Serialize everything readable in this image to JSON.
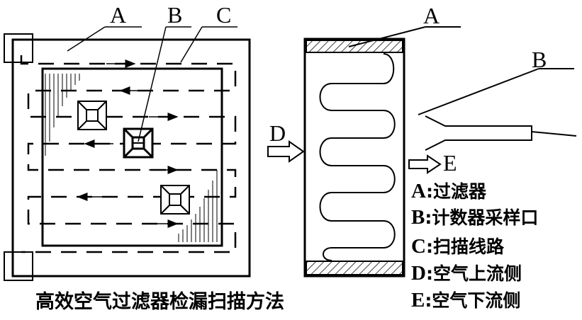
{
  "labels": {
    "left_a": "A",
    "left_b": "B",
    "left_c": "C",
    "right_a": "A",
    "right_b": "B",
    "d": "D",
    "e": "E"
  },
  "legend": [
    {
      "key": "A",
      "sep": ":",
      "text": "过滤器"
    },
    {
      "key": "B",
      "sep": ":",
      "text": "计数器采样口"
    },
    {
      "key": "C",
      "sep": ":",
      "text": "扫描线路"
    },
    {
      "key": "D",
      "sep": ":",
      "text": "空气上流侧"
    },
    {
      "key": "E",
      "sep": ":",
      "text": "空气下流侧"
    }
  ],
  "caption": "高效空气过滤器检漏扫描方法"
}
